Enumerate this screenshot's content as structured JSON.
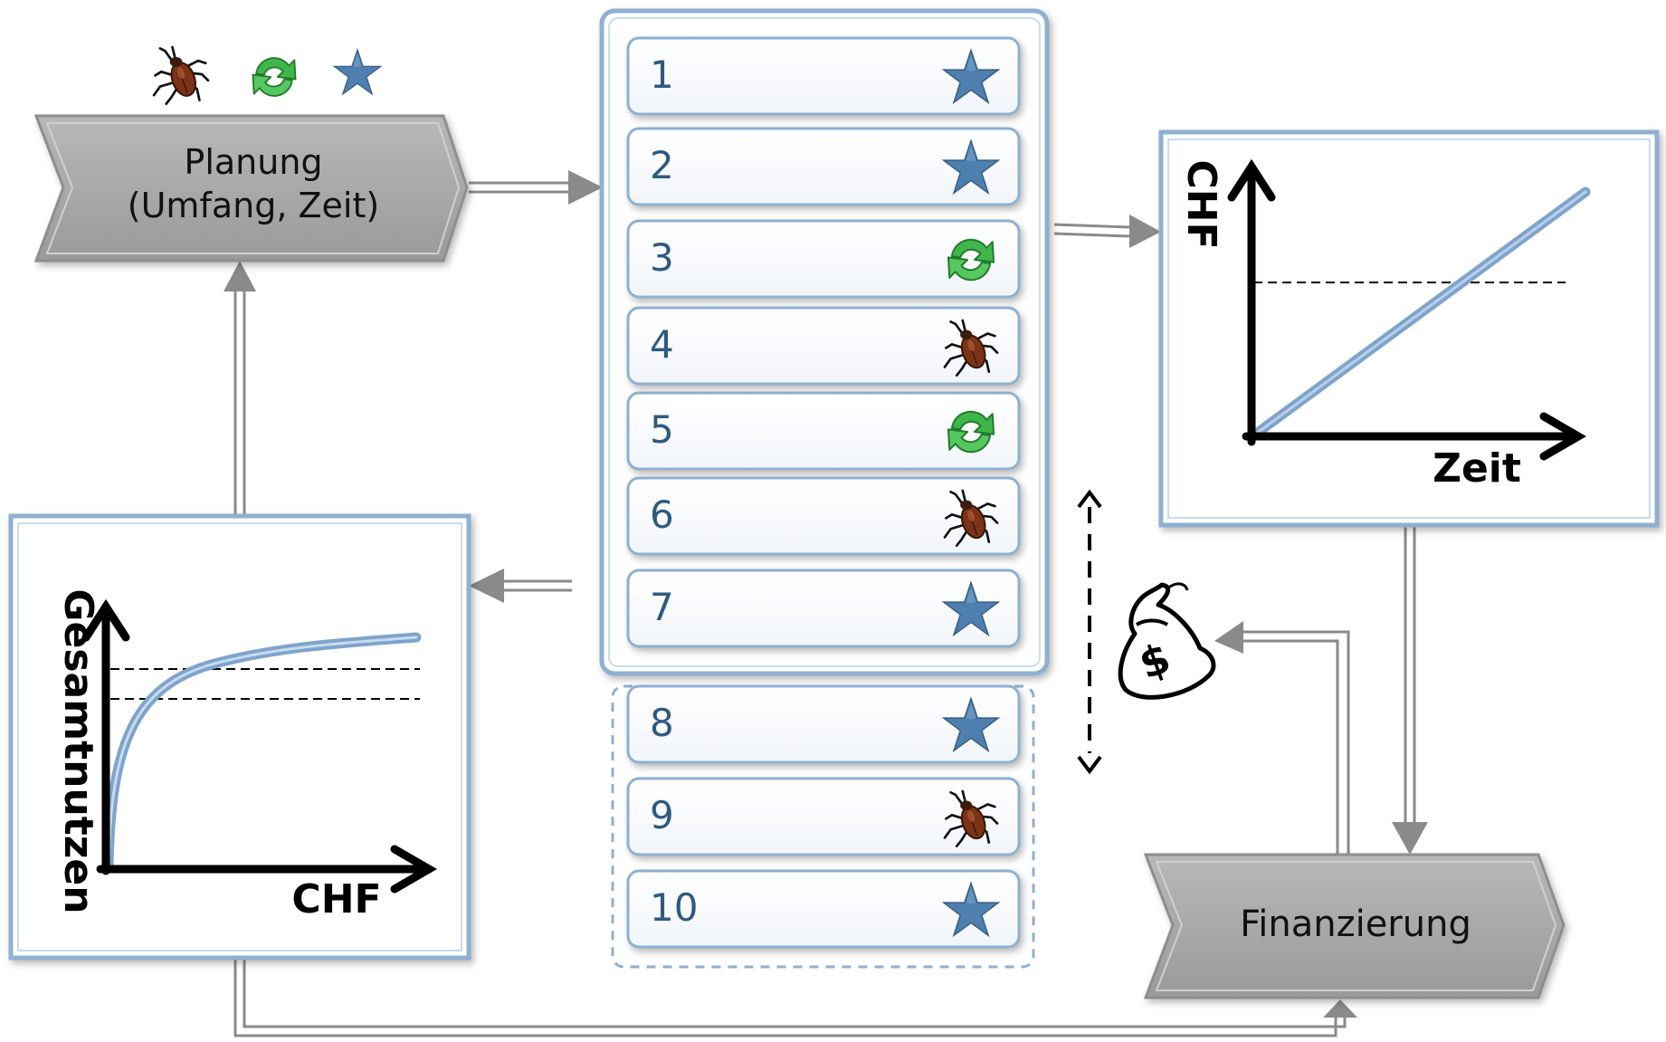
{
  "planning": {
    "label_line1": "Planung",
    "label_line2": "(Umfang, Zeit)",
    "icons": [
      "beetle-icon",
      "refresh-icon",
      "star-icon"
    ]
  },
  "financing": {
    "label": "Finanzierung"
  },
  "backlog": {
    "items": [
      {
        "number": "1",
        "icon": "star-icon"
      },
      {
        "number": "2",
        "icon": "star-icon"
      },
      {
        "number": "3",
        "icon": "refresh-icon"
      },
      {
        "number": "4",
        "icon": "beetle-icon"
      },
      {
        "number": "5",
        "icon": "refresh-icon"
      },
      {
        "number": "6",
        "icon": "beetle-icon"
      },
      {
        "number": "7",
        "icon": "star-icon"
      },
      {
        "number": "8",
        "icon": "star-icon"
      },
      {
        "number": "9",
        "icon": "beetle-icon"
      },
      {
        "number": "10",
        "icon": "star-icon"
      }
    ],
    "selected_count": 7
  },
  "cost_chart": {
    "ylabel": "CHF",
    "xlabel": "Zeit"
  },
  "benefit_chart": {
    "ylabel": "Gesamtnutzen",
    "xlabel": "CHF"
  },
  "money_bag": {
    "icon": "money-bag-icon",
    "symbol": "$"
  },
  "colors": {
    "panel_border": "#8fb0d0",
    "shape_fill": "#a3a3a3",
    "arrow": "#8a8a8a",
    "number": "#2e5a80",
    "star": "#4e7fae",
    "refresh": "#3fb64a",
    "beetle": "#6b2e14"
  }
}
